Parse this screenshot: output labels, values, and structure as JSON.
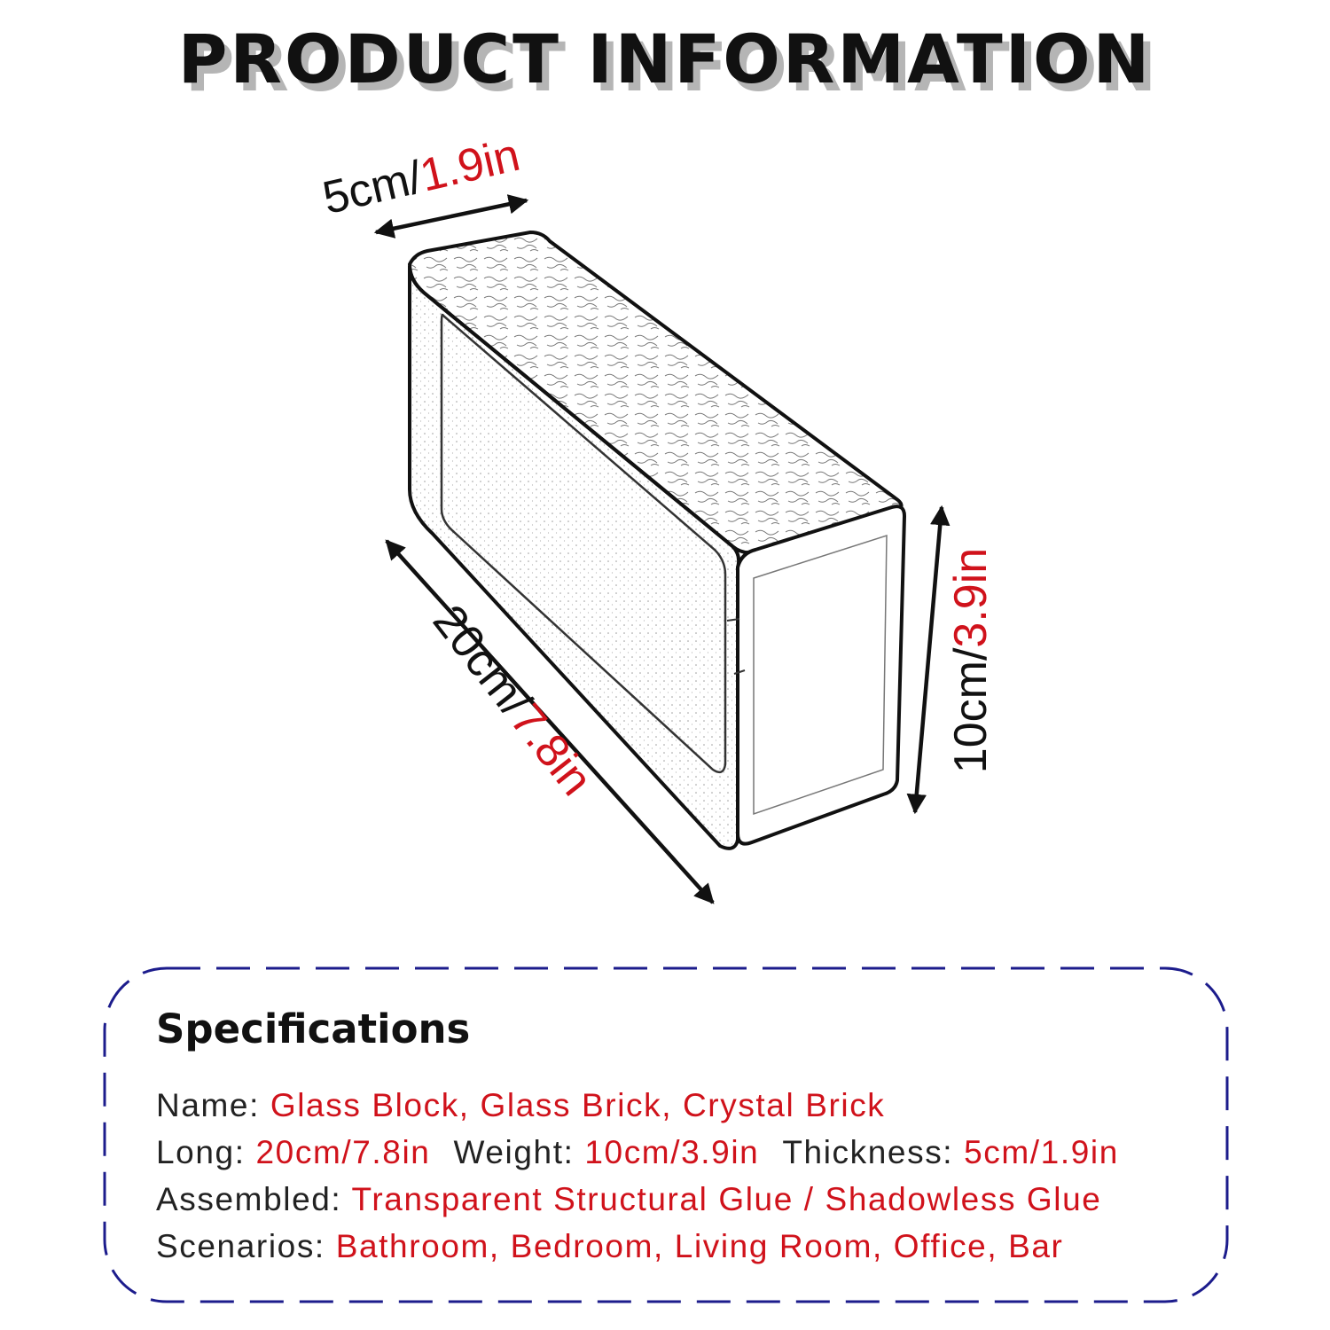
{
  "title": "PRODUCT INFORMATION",
  "dimensions": {
    "thickness": {
      "metric": "5cm/",
      "imperial": "1.9in"
    },
    "height": {
      "metric": "10cm/",
      "imperial": "3.9in"
    },
    "length": {
      "metric": "20cm/",
      "imperial": "7.8in"
    }
  },
  "specs": {
    "heading": "Specifications",
    "name": {
      "label": "Name: ",
      "value": "Glass Block, Glass Brick, Crystal Brick"
    },
    "long": {
      "label": "Long: ",
      "value": "20cm/7.8in"
    },
    "weight": {
      "label": "Weight: ",
      "value": "10cm/3.9in"
    },
    "thickness": {
      "label": "Thickness: ",
      "value": "5cm/1.9in"
    },
    "assembled": {
      "label": "Assembled: ",
      "value": "Transparent Structural Glue / Shadowless Glue"
    },
    "scenarios": {
      "label": "Scenarios: ",
      "value": "Bathroom, Bedroom, Living Room, Office, Bar"
    }
  },
  "colors": {
    "accent_red": "#d0121b",
    "border_blue": "#1c1c8c",
    "title_shadow": "#b5b5b5"
  }
}
